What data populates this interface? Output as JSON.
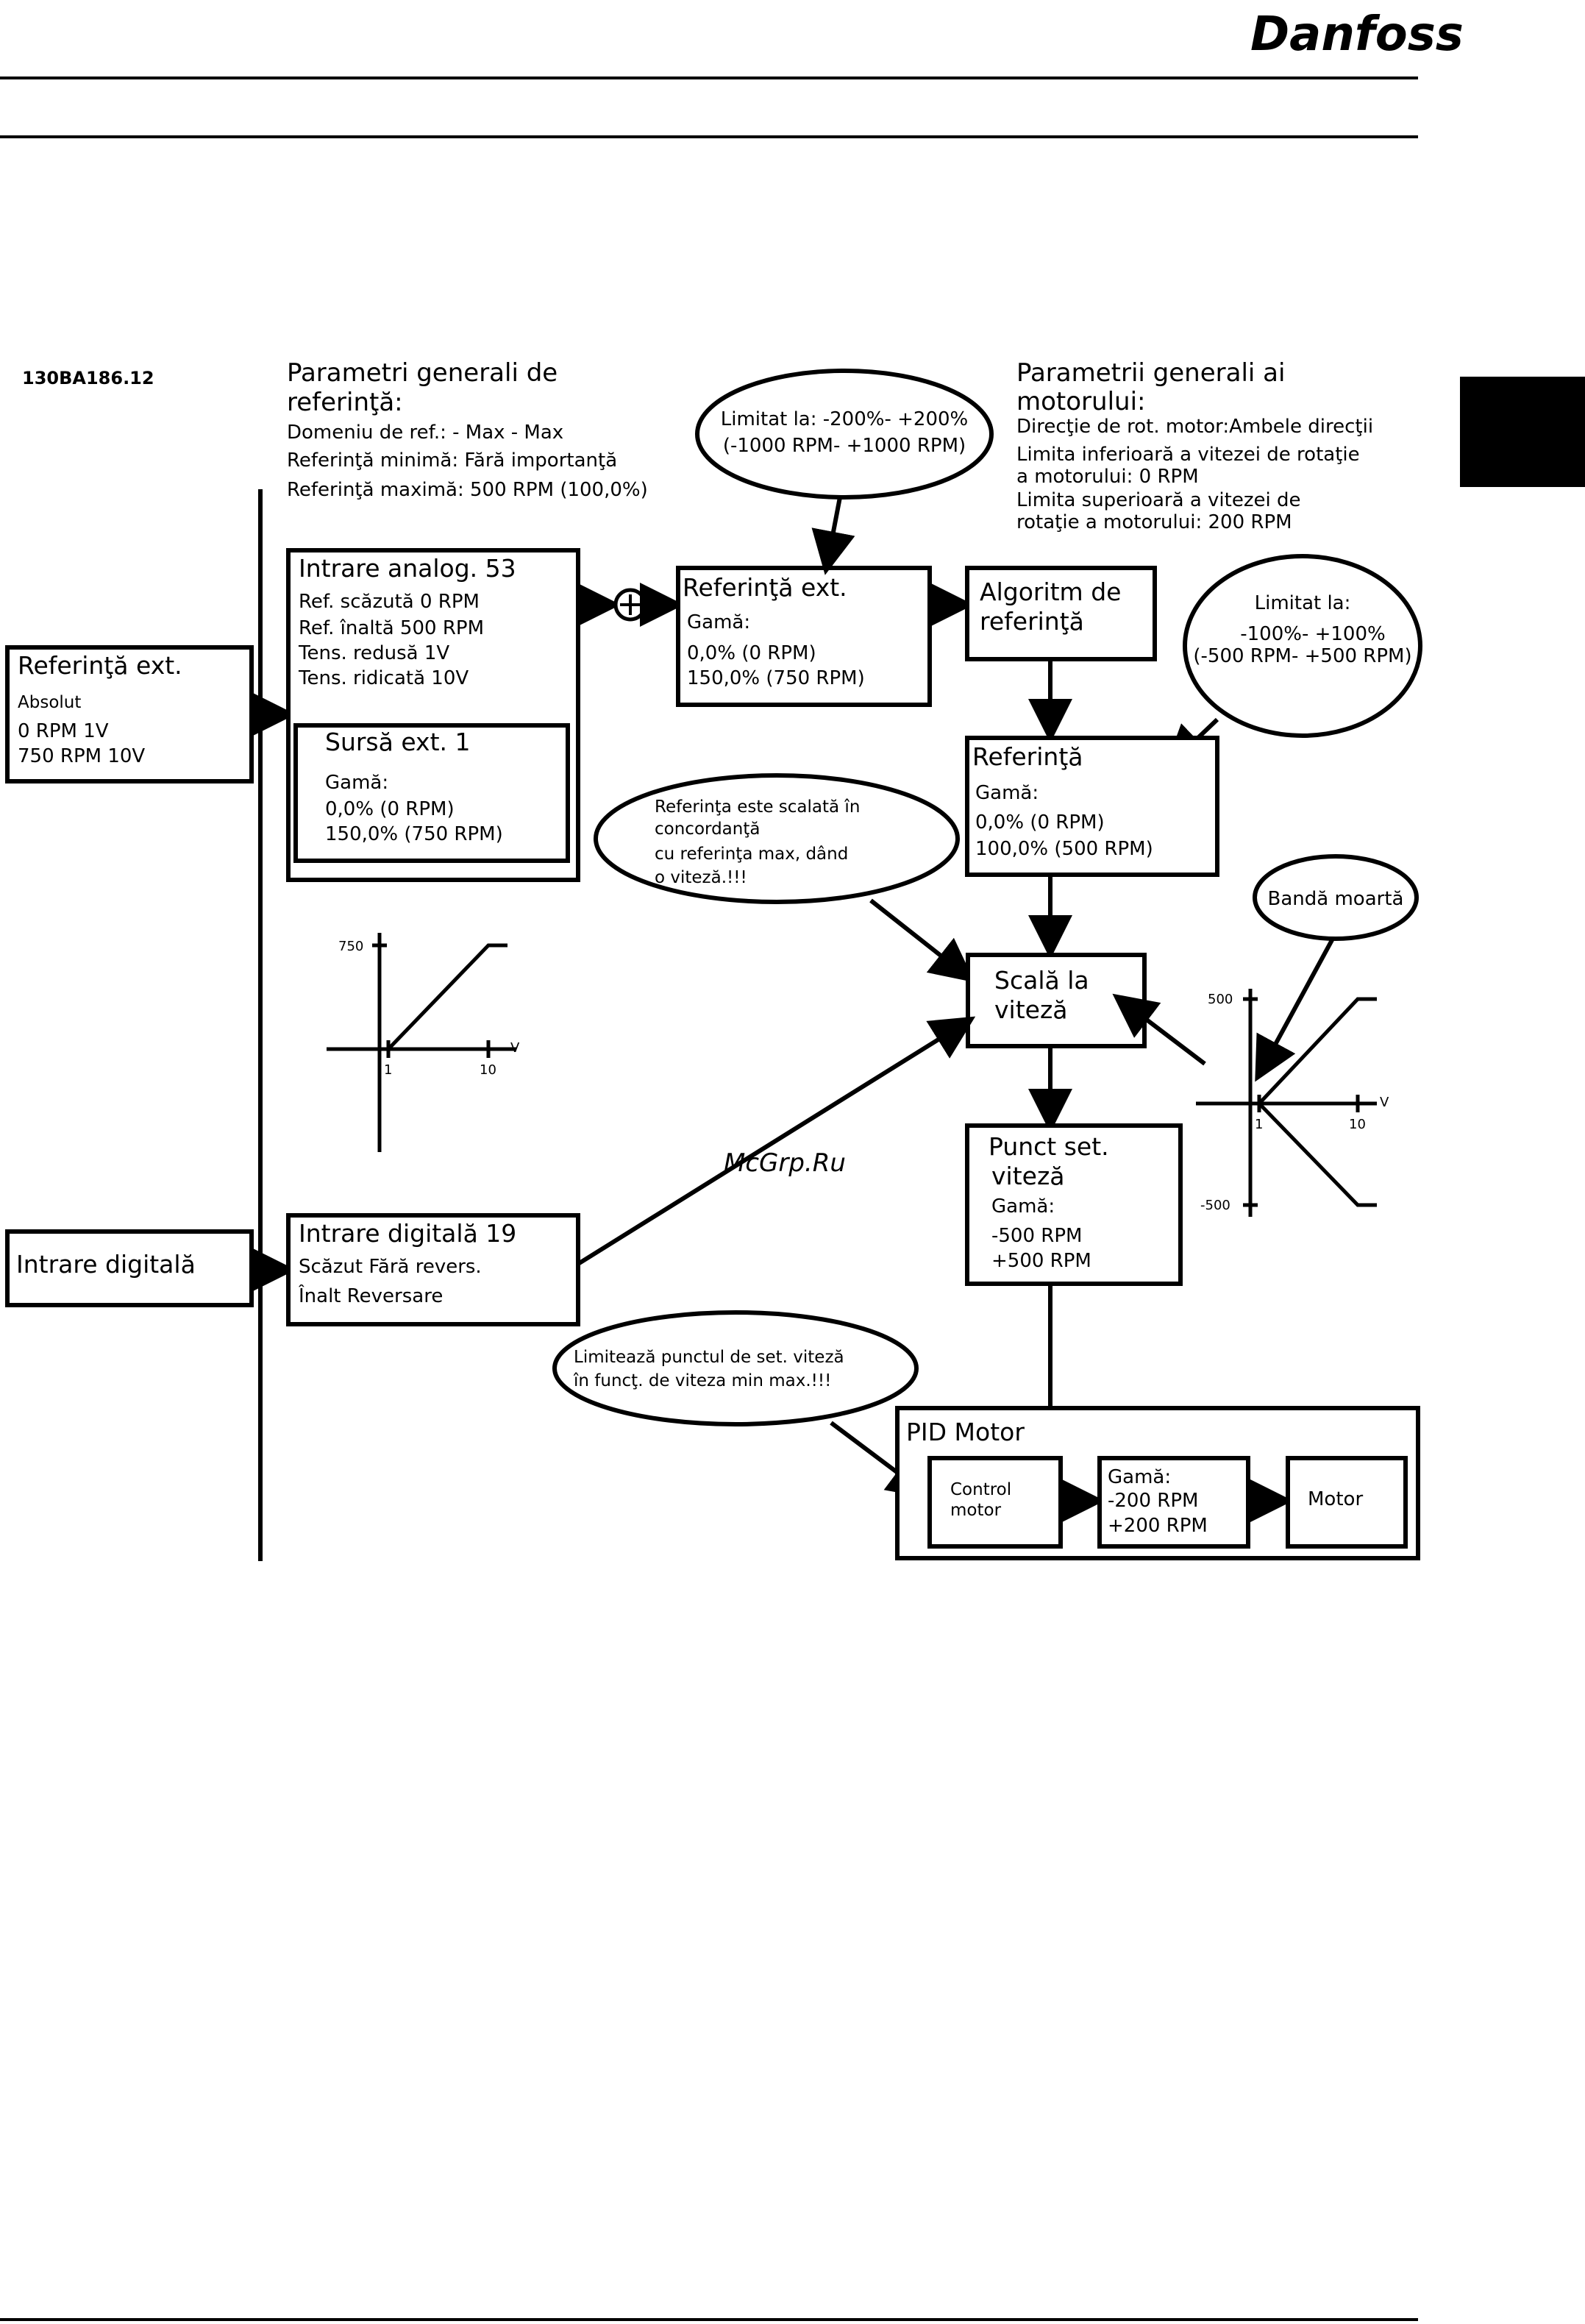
{
  "header": {
    "logo": "Danfoss"
  },
  "figure_code": "130BA186.12",
  "watermark": "McGrp.Ru",
  "general_ref": {
    "title_line1": "Parametri generali de",
    "title_line2": "referinţă:",
    "lines": [
      "Domeniu de ref.: - Max - Max",
      "Referinţă minimă: Fără importanţă",
      "Referinţă maximă: 500 RPM (100,0%)"
    ]
  },
  "general_motor": {
    "title_line1": "Parametrii generali ai",
    "title_line2": "motorului:",
    "lines": [
      "Direcţie de rot. motor:Ambele direcţii",
      "Limita inferioară a vitezei de rotaţie",
      "a motorului: 0 RPM",
      "Limita superioară a vitezei de",
      "rotaţie a motorului: 200 RPM"
    ]
  },
  "bubbles": {
    "limit_ext": [
      "Limitat la: -200%- +200%",
      "(-1000 RPM- +1000 RPM)"
    ],
    "limit_ref": [
      "Limitat la:",
      "-100%- +100%",
      "(-500 RPM- +500 RPM)"
    ],
    "scaled_note": [
      "Referinţa este scalată în",
      "concordanţă",
      "cu referinţa max, dând",
      "o viteză.!!!"
    ],
    "dead_band": [
      "Bandă moartă"
    ],
    "limit_setpoint": [
      "Limitează punctul de set. viteză",
      "în funcţ. de viteza min max.!!!"
    ]
  },
  "boxes": {
    "ref_ext": {
      "title": "Referinţă ext.",
      "lines": [
        "Absolut",
        "0 RPM  1V",
        "750 RPM  10V"
      ]
    },
    "analog53": {
      "title": "Intrare analog. 53",
      "lines": [
        "Ref. scăzută 0 RPM",
        "Ref. înaltă 500 RPM",
        "Tens. redusă 1V",
        "Tens. ridicată 10V"
      ]
    },
    "source_ext1": {
      "title": "Sursă ext. 1",
      "lines": [
        "Gamă:",
        "0,0% (0 RPM)",
        "150,0% (750 RPM)"
      ]
    },
    "ref_ext_range": {
      "title": "Referinţă ext.",
      "lines": [
        "Gamă:",
        "0,0% (0 RPM)",
        "150,0% (750 RPM)"
      ]
    },
    "ref_algo": {
      "lines": [
        "Algoritm de",
        "referinţă"
      ]
    },
    "reference": {
      "title": "Referinţă",
      "lines": [
        "Gamă:",
        "0,0% (0 RPM)",
        "100,0% (500 RPM)"
      ]
    },
    "speed_scale": {
      "lines": [
        "Scală la",
        "viteză"
      ]
    },
    "setpoint": {
      "title_lines": [
        "Punct set.",
        "viteză"
      ],
      "lines": [
        "Gamă:",
        "-500 RPM",
        "+500 RPM"
      ]
    },
    "digital_in": {
      "label": "Intrare digitală"
    },
    "digital19": {
      "title": "Intrare digitală 19",
      "lines": [
        "Scăzut   Fără revers.",
        "Înalt   Reversare"
      ]
    },
    "pid": {
      "title": "PID Motor"
    },
    "control_motor": {
      "lines": [
        "Control",
        "motor"
      ]
    },
    "range_200": {
      "lines": [
        "Gamă:",
        "-200 RPM",
        "+200 RPM"
      ]
    },
    "motor": {
      "label": "Motor"
    }
  },
  "graph_left": {
    "y_tick": "750",
    "x_ticks": [
      "1",
      "10"
    ],
    "x_axis": "V"
  },
  "graph_right": {
    "y_ticks": [
      "500",
      "-500"
    ],
    "x_ticks": [
      "1",
      "10"
    ],
    "x_axis": "V"
  }
}
